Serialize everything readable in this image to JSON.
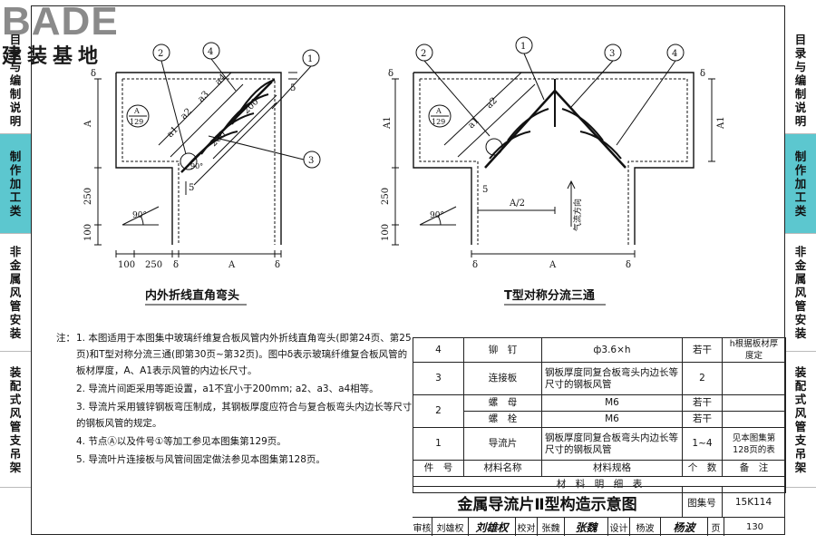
{
  "logo": {
    "text": "BADE",
    "subtitle": "建装基地"
  },
  "left_tabs": [
    {
      "label": "目录与编制说明",
      "active": false
    },
    {
      "label": "制作加工类",
      "active": true
    },
    {
      "label": "非金属风管安装",
      "active": false
    },
    {
      "label": "装配式风管支吊架",
      "active": false
    }
  ],
  "right_tabs": [
    {
      "label": "目录与编制说明",
      "active": false
    },
    {
      "label": "制作加工类",
      "active": true
    },
    {
      "label": "非金属风管安装",
      "active": false
    },
    {
      "label": "装配式风管支吊架",
      "active": false
    }
  ],
  "diagram_left": {
    "caption": "内外折线直角弯头",
    "callouts": [
      "1",
      "2",
      "3",
      "4"
    ],
    "ref_letter": "A",
    "ref_page": "129",
    "dims": {
      "d100": "100",
      "d250": "250",
      "A": "A",
      "delta": "δ",
      "five": "5",
      "d200": "200",
      "a1": "a1",
      "a2": "a2",
      "a3": "a3",
      "a4": "a4",
      "angle": "90°"
    }
  },
  "diagram_right": {
    "caption": "T型对称分流三通",
    "callouts": [
      "1",
      "2",
      "3",
      "4"
    ],
    "ref_letter": "A",
    "ref_page": "129",
    "dims": {
      "A1": "A1",
      "A": "A",
      "half": "A/2",
      "flow": "气流方向",
      "d100": "100",
      "d250": "250",
      "delta": "δ",
      "five": "5",
      "a1": "a1",
      "a2": "a2",
      "angle": "90°"
    }
  },
  "notes": {
    "label": "注：",
    "items": [
      "1. 本图适用于本图集中玻璃纤维复合板风管内外折线直角弯头(即第24页、第25页)和T型对称分流三通(即第30页~第32页)。图中δ表示玻璃纤维复合板风管的板材厚度，A、A1表示风管的内边长尺寸。",
      "2. 导流片间距采用等距设置，a1不宜小于200mm; a2、a3、a4相等。",
      "3. 导流片采用镀锌钢板弯压制成，其钢板厚度应符合与复合板弯头内边长等尺寸的钢板风管的规定。",
      "4. 节点Ⓐ以及件号①等加工参见本图集第129页。",
      "5. 导流叶片连接板与风管间固定做法参见本图集第128页。"
    ]
  },
  "bom": {
    "rows": [
      {
        "no": "4",
        "name": "铆　钉",
        "spec": "ф3.6×h",
        "qty": "若干",
        "remark": "h根据板材厚度定"
      },
      {
        "no": "3",
        "name": "连接板",
        "spec": "钢板厚度同复合板弯头内边长等尺寸的钢板风管",
        "qty": "2",
        "remark": ""
      },
      {
        "no": "2",
        "name": "螺　母",
        "spec": "M6",
        "qty": "若干",
        "remark": ""
      },
      {
        "no": "",
        "name": "螺　栓",
        "spec": "M6",
        "qty": "若干",
        "remark": ""
      },
      {
        "no": "1",
        "name": "导流片",
        "spec": "钢板厚度同复合板弯头内边长等尺寸的钢板风管",
        "qty": "1~4",
        "remark": "见本图集第128页的表"
      }
    ],
    "header": {
      "no": "件　号",
      "name": "材料名称",
      "spec": "材料规格",
      "qty": "个　数",
      "remark": "备　注"
    },
    "footer": "材　料　明　细　表"
  },
  "title_block": {
    "title": "金属导流片Ⅱ型构造示意图",
    "atlas_label": "图集号",
    "atlas_no": "15K114",
    "review_label": "审核",
    "reviewer": "刘雄权",
    "reviewer_sig": "刘雄权",
    "check_label": "校对",
    "checker": "张魏",
    "checker_sig": "张魏",
    "design_label": "设计",
    "designer": "杨波",
    "designer_sig": "杨波",
    "page_label": "页",
    "page_no": "130"
  }
}
